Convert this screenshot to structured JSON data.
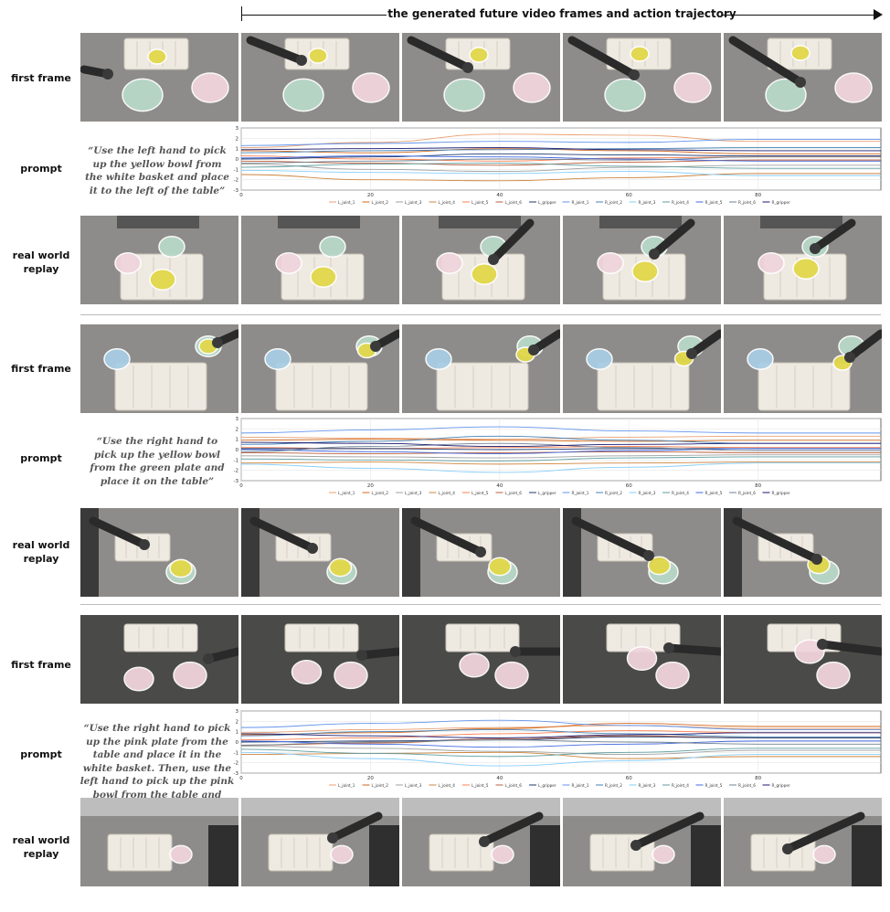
{
  "header": {
    "title": "the generated future video frames and action trajectory"
  },
  "labels": {
    "first_frame": "first frame",
    "prompt": "prompt",
    "real_world": "real world",
    "replay": "replay"
  },
  "examples": [
    {
      "prompt": "“Use the left hand to pick up the yellow bowl from the white basket and place it to the left of the table”"
    },
    {
      "prompt": "“Use the right hand to pick up the yellow bowl from the green plate and place it on the table”"
    },
    {
      "prompt": "“Use the right hand to pick up the pink plate from the table and place it in the white basket. Then, use the left hand to pick up the pink bowl from the table and place it onto the pink plate”"
    }
  ],
  "colors": {
    "table_gray": "#8e8c8a",
    "table_dark": "#4a4a48",
    "basket": "#eeeae2",
    "yellow": "#e2d84a",
    "green_plate": "#b8d8c8",
    "pink_plate": "#f0d4dc",
    "blue_plate": "#a8cde4",
    "robot": "#2a2a2a"
  },
  "chart_data": [
    {
      "type": "line",
      "x": [
        0,
        20,
        40,
        60,
        80
      ],
      "ylim": [
        -3,
        3
      ],
      "xlim": [
        0,
        99
      ],
      "x_ticks": [
        0,
        20,
        40,
        60,
        80
      ],
      "y_ticks": [
        -3,
        -2,
        -1,
        0,
        1,
        2,
        3
      ],
      "legend_position": "bottom",
      "series": [
        {
          "name": "L_joint_1",
          "color": "#e8a070",
          "values": [
            1.1,
            1.6,
            2.4,
            2.3,
            1.7
          ]
        },
        {
          "name": "L_joint_2",
          "color": "#d2691e",
          "values": [
            0.8,
            0.6,
            1.0,
            0.8,
            0.5
          ]
        },
        {
          "name": "L_joint_3",
          "color": "#a0a0a0",
          "values": [
            -0.5,
            -1.0,
            -1.2,
            -0.8,
            -0.6
          ]
        },
        {
          "name": "L_joint_4",
          "color": "#cd853f",
          "values": [
            -1.5,
            -2.0,
            -2.1,
            -1.8,
            -1.4
          ]
        },
        {
          "name": "L_joint_5",
          "color": "#ff7f50",
          "values": [
            0.3,
            0.0,
            -0.2,
            0.1,
            0.2
          ]
        },
        {
          "name": "L_joint_6",
          "color": "#b85c38",
          "values": [
            -0.2,
            -0.4,
            -0.6,
            -0.3,
            -0.1
          ]
        },
        {
          "name": "L_gripper",
          "color": "#1f3a6e",
          "values": [
            0.0,
            0.2,
            0.5,
            0.4,
            0.3
          ]
        },
        {
          "name": "R_joint_1",
          "color": "#6495ed",
          "values": [
            1.3,
            1.5,
            1.7,
            1.6,
            1.9
          ]
        },
        {
          "name": "R_joint_2",
          "color": "#4682b4",
          "values": [
            0.6,
            0.8,
            0.9,
            1.0,
            1.1
          ]
        },
        {
          "name": "R_joint_3",
          "color": "#87cefa",
          "values": [
            -1.1,
            -1.3,
            -1.4,
            -1.2,
            -1.6
          ]
        },
        {
          "name": "R_joint_4",
          "color": "#5f9ea0",
          "values": [
            -0.8,
            -0.5,
            -0.4,
            -0.7,
            -0.9
          ]
        },
        {
          "name": "R_joint_5",
          "color": "#4169e1",
          "values": [
            0.1,
            0.3,
            0.2,
            0.0,
            -0.2
          ]
        },
        {
          "name": "R_joint_6",
          "color": "#708090",
          "values": [
            -0.4,
            -0.2,
            0.0,
            -0.1,
            0.2
          ]
        },
        {
          "name": "R_gripper",
          "color": "#191970",
          "values": [
            0.9,
            1.0,
            1.1,
            0.9,
            0.8
          ]
        }
      ]
    },
    {
      "type": "line",
      "x": [
        0,
        20,
        40,
        60,
        80
      ],
      "ylim": [
        -3,
        3
      ],
      "xlim": [
        0,
        99
      ],
      "x_ticks": [
        0,
        20,
        40,
        60,
        80
      ],
      "y_ticks": [
        -3,
        -2,
        -1,
        0,
        1,
        2,
        3
      ],
      "legend_position": "bottom",
      "series": [
        {
          "name": "L_joint_1",
          "color": "#e8a070",
          "values": [
            1.2,
            1.1,
            1.0,
            1.2,
            1.3
          ]
        },
        {
          "name": "L_joint_2",
          "color": "#d2691e",
          "values": [
            0.9,
            1.0,
            0.9,
            0.8,
            0.9
          ]
        },
        {
          "name": "L_joint_3",
          "color": "#a0a0a0",
          "values": [
            -0.6,
            -0.7,
            -0.8,
            -0.6,
            -0.5
          ]
        },
        {
          "name": "L_joint_4",
          "color": "#cd853f",
          "values": [
            -1.3,
            -1.2,
            -1.4,
            -1.3,
            -1.2
          ]
        },
        {
          "name": "L_joint_5",
          "color": "#ff7f50",
          "values": [
            0.2,
            0.1,
            0.2,
            0.3,
            0.2
          ]
        },
        {
          "name": "L_joint_6",
          "color": "#b85c38",
          "values": [
            -0.3,
            -0.4,
            -0.3,
            -0.2,
            -0.3
          ]
        },
        {
          "name": "L_gripper",
          "color": "#1f3a6e",
          "values": [
            0.1,
            0.1,
            0.0,
            0.1,
            0.1
          ]
        },
        {
          "name": "R_joint_1",
          "color": "#6495ed",
          "values": [
            1.6,
            1.9,
            2.2,
            1.8,
            1.6
          ]
        },
        {
          "name": "R_joint_2",
          "color": "#4682b4",
          "values": [
            0.5,
            0.8,
            1.3,
            0.9,
            0.6
          ]
        },
        {
          "name": "R_joint_3",
          "color": "#87cefa",
          "values": [
            -1.4,
            -1.8,
            -2.2,
            -1.7,
            -1.3
          ]
        },
        {
          "name": "R_joint_4",
          "color": "#5f9ea0",
          "values": [
            -0.9,
            -1.0,
            -1.1,
            -0.8,
            -0.7
          ]
        },
        {
          "name": "R_joint_5",
          "color": "#4169e1",
          "values": [
            0.0,
            -0.2,
            -0.4,
            -0.1,
            0.1
          ]
        },
        {
          "name": "R_joint_6",
          "color": "#708090",
          "values": [
            -0.2,
            0.3,
            0.6,
            0.2,
            -0.1
          ]
        },
        {
          "name": "R_gripper",
          "color": "#191970",
          "values": [
            0.7,
            0.6,
            0.3,
            0.5,
            0.6
          ]
        }
      ]
    },
    {
      "type": "line",
      "x": [
        0,
        20,
        40,
        60,
        80
      ],
      "ylim": [
        -3,
        3
      ],
      "xlim": [
        0,
        99
      ],
      "x_ticks": [
        0,
        20,
        40,
        60,
        80
      ],
      "y_ticks": [
        -3,
        -2,
        -1,
        0,
        1,
        2,
        3
      ],
      "legend_position": "bottom",
      "series": [
        {
          "name": "L_joint_1",
          "color": "#e8a070",
          "values": [
            0.9,
            1.2,
            1.4,
            1.6,
            1.3
          ]
        },
        {
          "name": "L_joint_2",
          "color": "#d2691e",
          "values": [
            0.7,
            0.9,
            1.3,
            1.8,
            1.5
          ]
        },
        {
          "name": "L_joint_3",
          "color": "#a0a0a0",
          "values": [
            -0.4,
            -0.6,
            -0.9,
            -1.2,
            -0.8
          ]
        },
        {
          "name": "L_joint_4",
          "color": "#cd853f",
          "values": [
            -1.2,
            -1.1,
            -1.0,
            -1.6,
            -1.4
          ]
        },
        {
          "name": "L_joint_5",
          "color": "#ff7f50",
          "values": [
            0.2,
            0.4,
            0.8,
            1.1,
            0.9
          ]
        },
        {
          "name": "L_joint_6",
          "color": "#b85c38",
          "values": [
            -0.3,
            -0.1,
            0.3,
            0.6,
            0.4
          ]
        },
        {
          "name": "L_gripper",
          "color": "#1f3a6e",
          "values": [
            0.0,
            0.1,
            0.2,
            0.5,
            0.4
          ]
        },
        {
          "name": "R_joint_1",
          "color": "#6495ed",
          "values": [
            1.4,
            1.8,
            2.1,
            1.6,
            1.2
          ]
        },
        {
          "name": "R_joint_2",
          "color": "#4682b4",
          "values": [
            0.6,
            1.0,
            1.2,
            0.8,
            0.5
          ]
        },
        {
          "name": "R_joint_3",
          "color": "#87cefa",
          "values": [
            -1.0,
            -1.6,
            -2.3,
            -1.8,
            -1.2
          ]
        },
        {
          "name": "R_joint_4",
          "color": "#5f9ea0",
          "values": [
            -0.7,
            -1.1,
            -1.4,
            -1.0,
            -0.6
          ]
        },
        {
          "name": "R_joint_5",
          "color": "#4169e1",
          "values": [
            0.1,
            -0.2,
            -0.5,
            -0.2,
            0.1
          ]
        },
        {
          "name": "R_joint_6",
          "color": "#708090",
          "values": [
            -0.3,
            0.0,
            0.2,
            0.0,
            -0.2
          ]
        },
        {
          "name": "R_gripper",
          "color": "#191970",
          "values": [
            0.8,
            0.6,
            0.4,
            0.7,
            0.9
          ]
        }
      ]
    }
  ]
}
